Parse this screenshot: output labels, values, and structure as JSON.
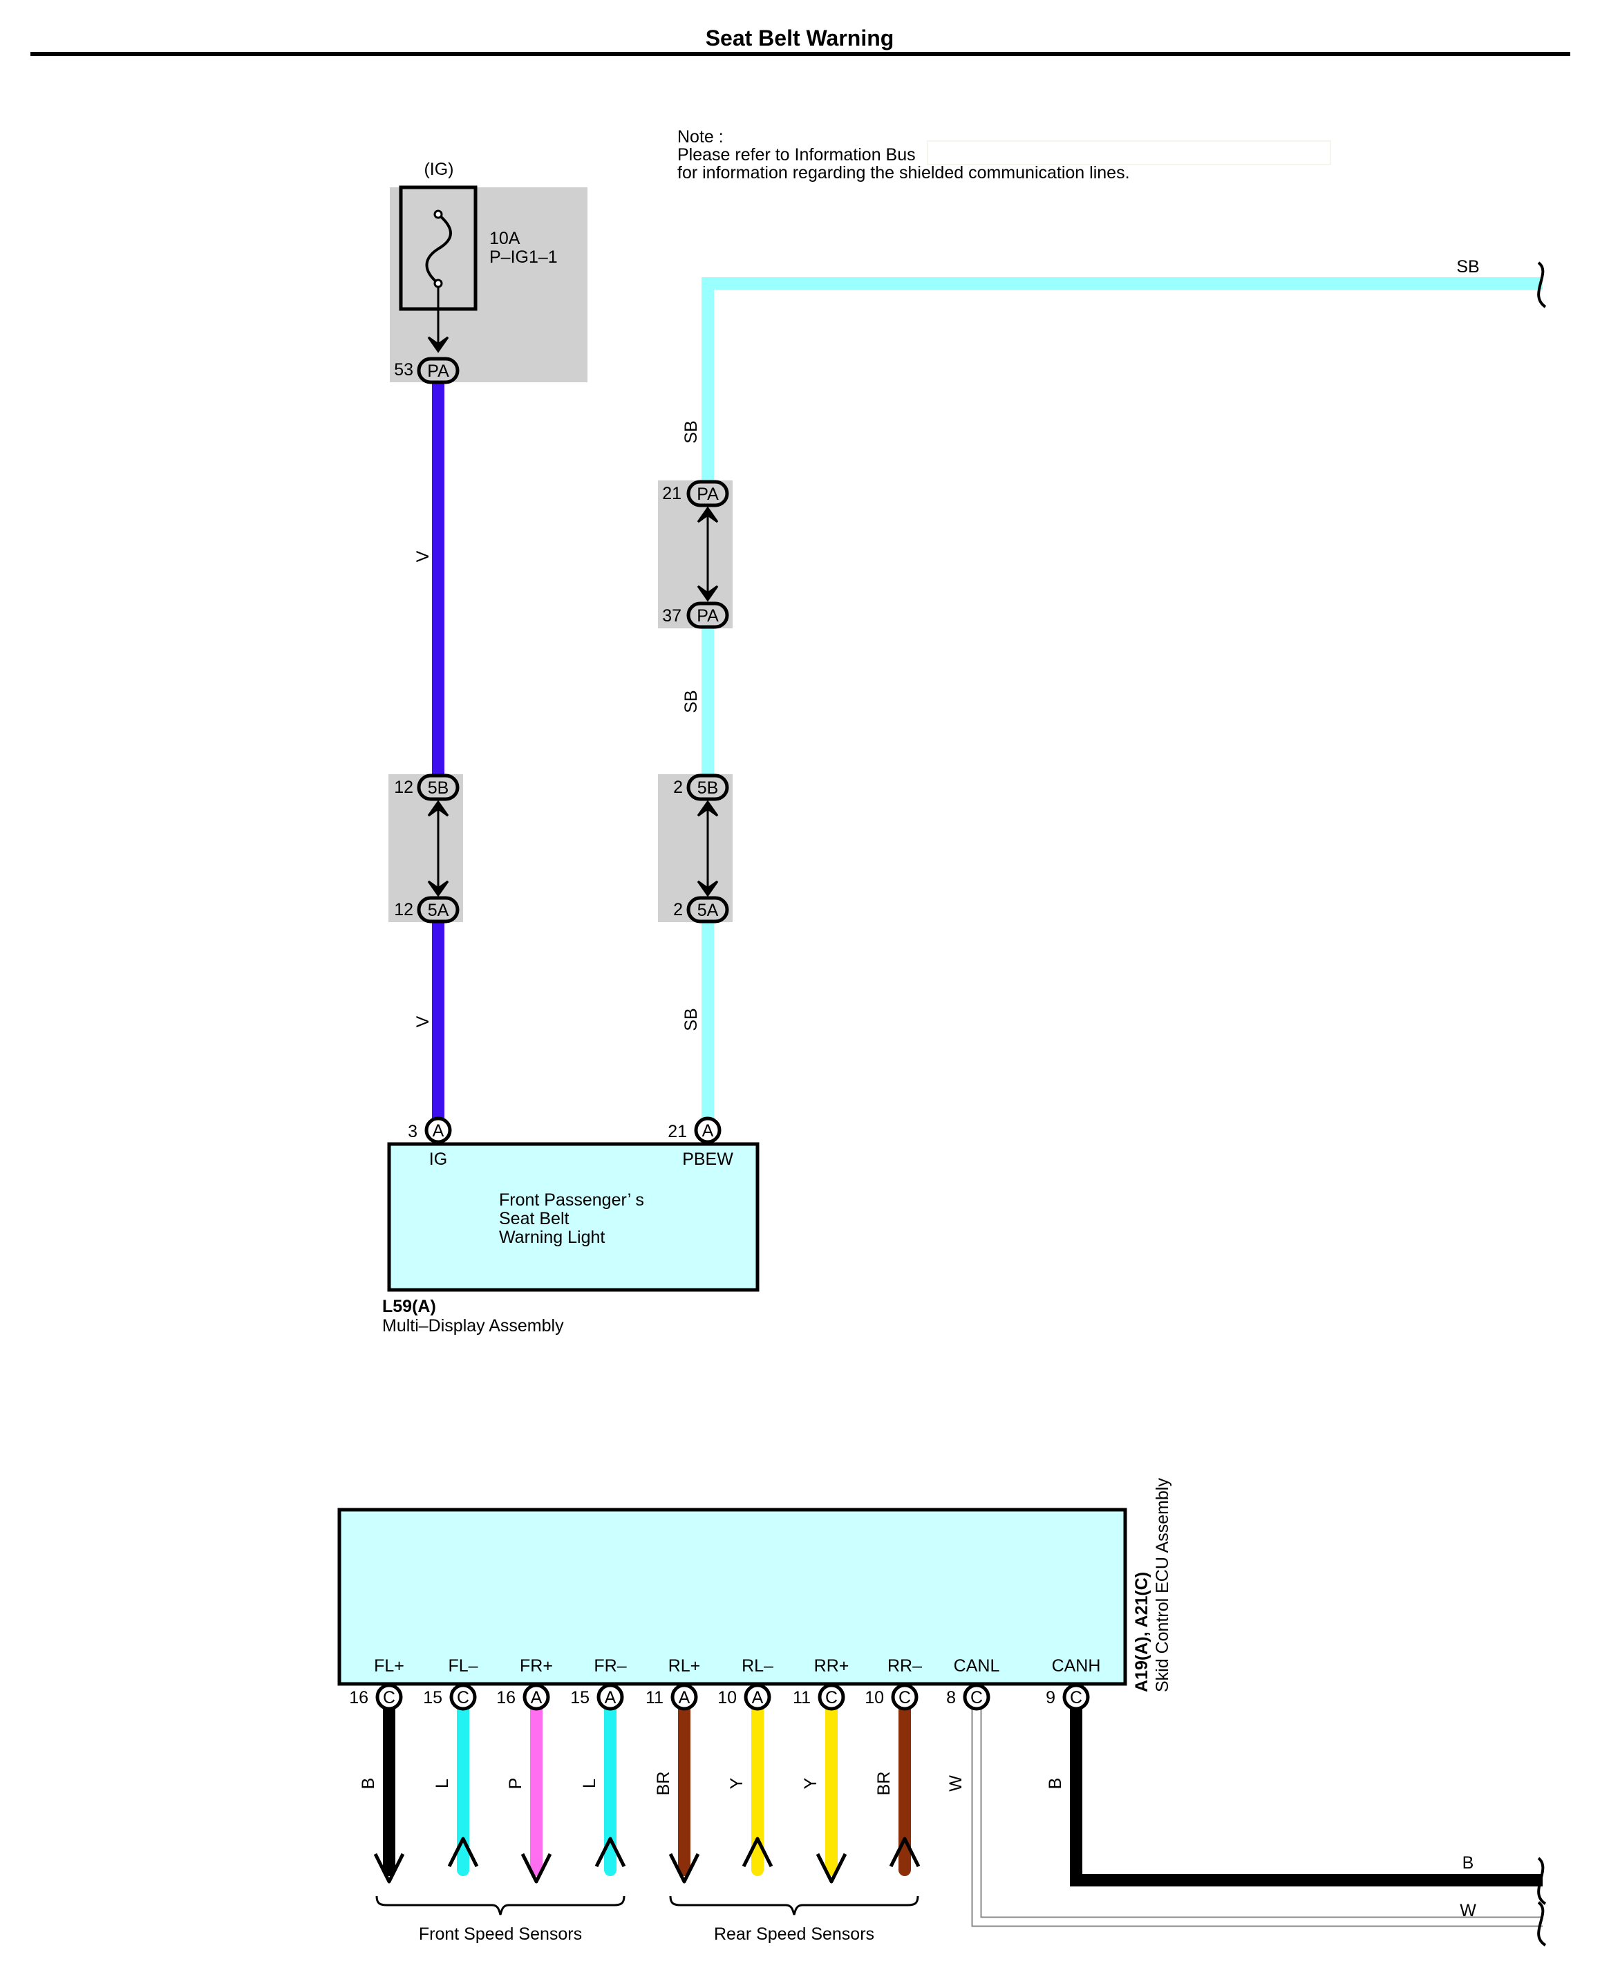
{
  "title": "Seat Belt Warning",
  "note": {
    "line1": "Note :",
    "line2": "Please refer to Information Bus",
    "line3": "for information regarding the shielded communication lines."
  },
  "fuse": {
    "source": "(IG)",
    "rating": "10A",
    "name": "P–IG1–1",
    "pin": "53",
    "connector": "PA"
  },
  "wire_colors": {
    "V": "#3d0ef0",
    "SB": "#99ffff",
    "L": "#22f2f2",
    "P": "#ff6ef0",
    "BR": "#8b2f0b",
    "Y": "#ffe600",
    "B": "#000000",
    "W": "#ffffff"
  },
  "left_wire": {
    "label_upper": "V",
    "label_lower": "V",
    "junction_top": {
      "pin": "12",
      "connector": "5B"
    },
    "junction_bottom": {
      "pin": "12",
      "connector": "5A"
    }
  },
  "right_wire": {
    "label_top": "SB",
    "label_upper": "SB",
    "label_middle": "SB",
    "label_lower": "SB",
    "junction1_top": {
      "pin": "21",
      "connector": "PA"
    },
    "junction1_bottom": {
      "pin": "37",
      "connector": "PA"
    },
    "junction2_top": {
      "pin": "2",
      "connector": "5B"
    },
    "junction2_bottom": {
      "pin": "2",
      "connector": "5A"
    }
  },
  "multi_display": {
    "pin_ig": {
      "pin": "3",
      "connector": "A",
      "name": "IG"
    },
    "pin_pbew": {
      "pin": "21",
      "connector": "A",
      "name": "PBEW"
    },
    "inner_line1": "Front Passenger’ s",
    "inner_line2": "Seat Belt",
    "inner_line3": "Warning Light",
    "code": "L59(A)",
    "name": "Multi–Display Assembly"
  },
  "skid_ecu": {
    "code": "A19(A), A21(C)",
    "name": "Skid Control ECU Assembly",
    "terminals": [
      {
        "name": "FL+",
        "pin": "16",
        "connector": "C",
        "wire": "B"
      },
      {
        "name": "FL–",
        "pin": "15",
        "connector": "C",
        "wire": "L"
      },
      {
        "name": "FR+",
        "pin": "16",
        "connector": "A",
        "wire": "P"
      },
      {
        "name": "FR–",
        "pin": "15",
        "connector": "A",
        "wire": "L"
      },
      {
        "name": "RL+",
        "pin": "11",
        "connector": "A",
        "wire": "BR"
      },
      {
        "name": "RL–",
        "pin": "10",
        "connector": "A",
        "wire": "Y"
      },
      {
        "name": "RR+",
        "pin": "11",
        "connector": "C",
        "wire": "Y"
      },
      {
        "name": "RR–",
        "pin": "10",
        "connector": "C",
        "wire": "BR"
      },
      {
        "name": "CANL",
        "pin": "8",
        "connector": "C",
        "wire": "W"
      },
      {
        "name": "CANH",
        "pin": "9",
        "connector": "C",
        "wire": "B"
      }
    ]
  },
  "bottom_wires": {
    "b_label": "B",
    "w_label": "W"
  },
  "groups": {
    "front": "Front Speed Sensors",
    "rear": "Rear Speed Sensors"
  }
}
